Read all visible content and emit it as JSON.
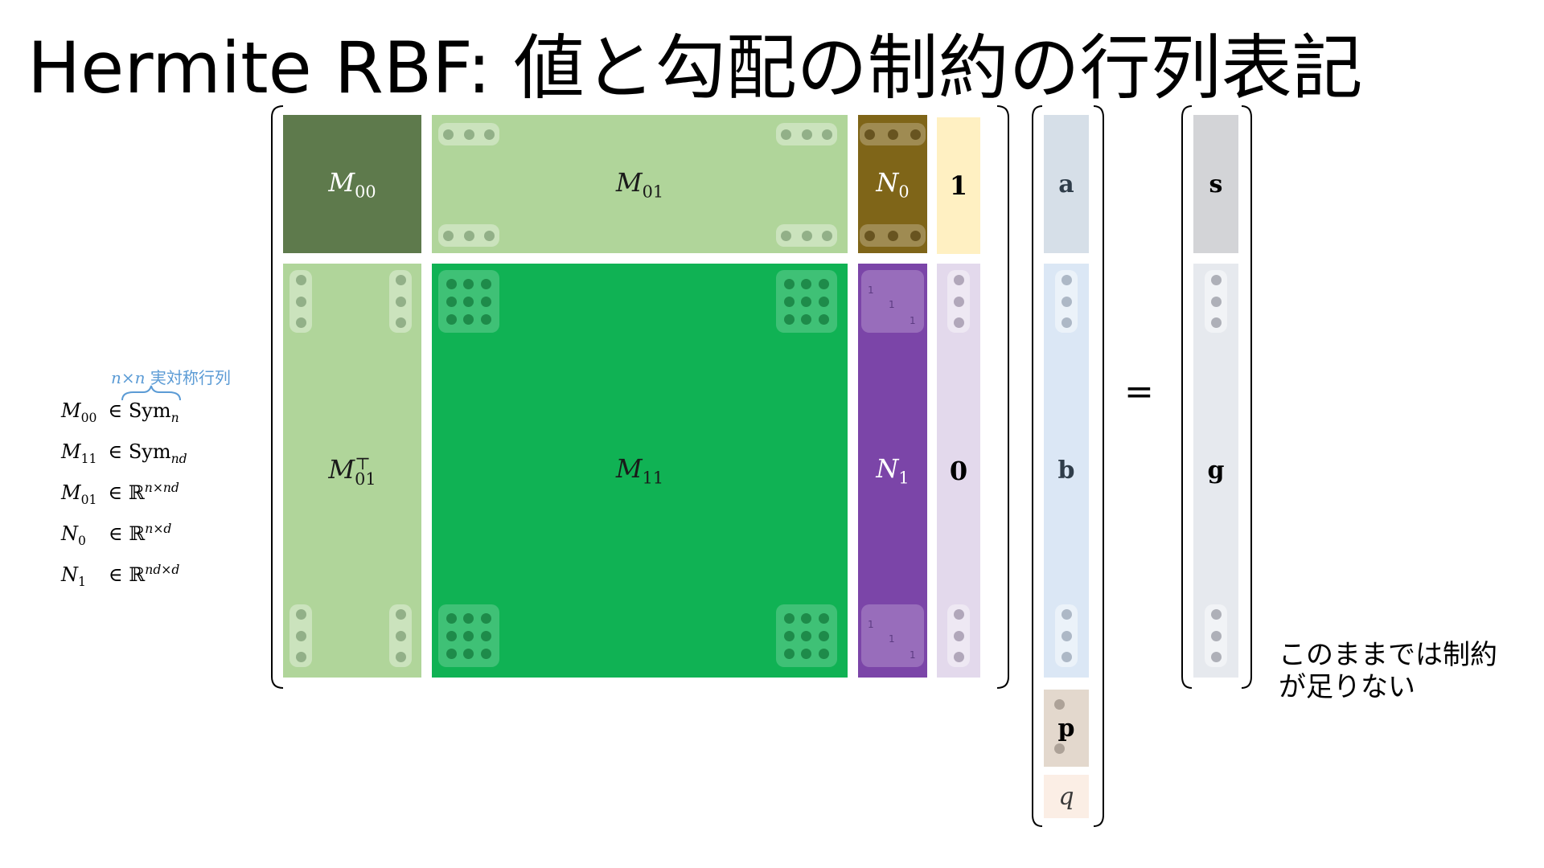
{
  "title": "Hermite RBF: 値と勾配の制約の行列表記",
  "matrix": {
    "M00": {
      "base": "M",
      "sub": "00",
      "color": "#5e7a4c",
      "text": "#ffffff"
    },
    "M01": {
      "base": "M",
      "sub": "01",
      "color": "#b0d59a",
      "text": "#1a1a1a"
    },
    "N0": {
      "base": "N",
      "sub": "0",
      "color": "#7f6518",
      "text": "#ffffff"
    },
    "one": {
      "label": "1",
      "color": "#fff0c2"
    },
    "M01T": {
      "base": "M",
      "sup": "⊤",
      "sub": "01",
      "color": "#b0d59a",
      "text": "#1a1a1a"
    },
    "M11": {
      "base": "M",
      "sub": "11",
      "color": "#10b254",
      "text": "#1a1a1a"
    },
    "N1": {
      "base": "N",
      "sub": "1",
      "color": "#7b45a8",
      "text": "#ffffff"
    },
    "zero": {
      "label": "0",
      "color": "#e3d9ec"
    },
    "diag_digit": "1"
  },
  "unknowns": {
    "a": {
      "label": "a",
      "color": "#d6dfe8"
    },
    "b": {
      "label": "b",
      "color": "#dbe7f5"
    },
    "p": {
      "label": "p",
      "color": "#e3d8cd"
    },
    "q": {
      "label": "q",
      "color": "#fbeee5"
    }
  },
  "rhs": {
    "s": {
      "label": "s",
      "color": "#d3d4d7"
    },
    "g": {
      "label": "g",
      "color": "#e6e9ee"
    }
  },
  "equals": "=",
  "definitions": [
    {
      "base": "M",
      "sub": "00",
      "rel": "∈",
      "set": "Sym",
      "set_sub": "n",
      "set_sup": ""
    },
    {
      "base": "M",
      "sub": "11",
      "rel": "∈",
      "set": "Sym",
      "set_sub": "nd",
      "set_sup": ""
    },
    {
      "base": "M",
      "sub": "01",
      "rel": "∈",
      "set": "ℝ",
      "set_sub": "",
      "set_sup": "n×nd"
    },
    {
      "base": "N",
      "sub": "0",
      "rel": "∈",
      "set": "ℝ",
      "set_sub": "",
      "set_sup": "n×d"
    },
    {
      "base": "N",
      "sub": "1",
      "rel": "∈",
      "set": "ℝ",
      "set_sub": "",
      "set_sup": "nd×d"
    }
  ],
  "sym_annotation": {
    "dims": "n×n",
    "label": "実対称行列",
    "color": "#5b9bd5"
  },
  "note_lines": [
    "このままでは制約",
    "が足りない"
  ]
}
